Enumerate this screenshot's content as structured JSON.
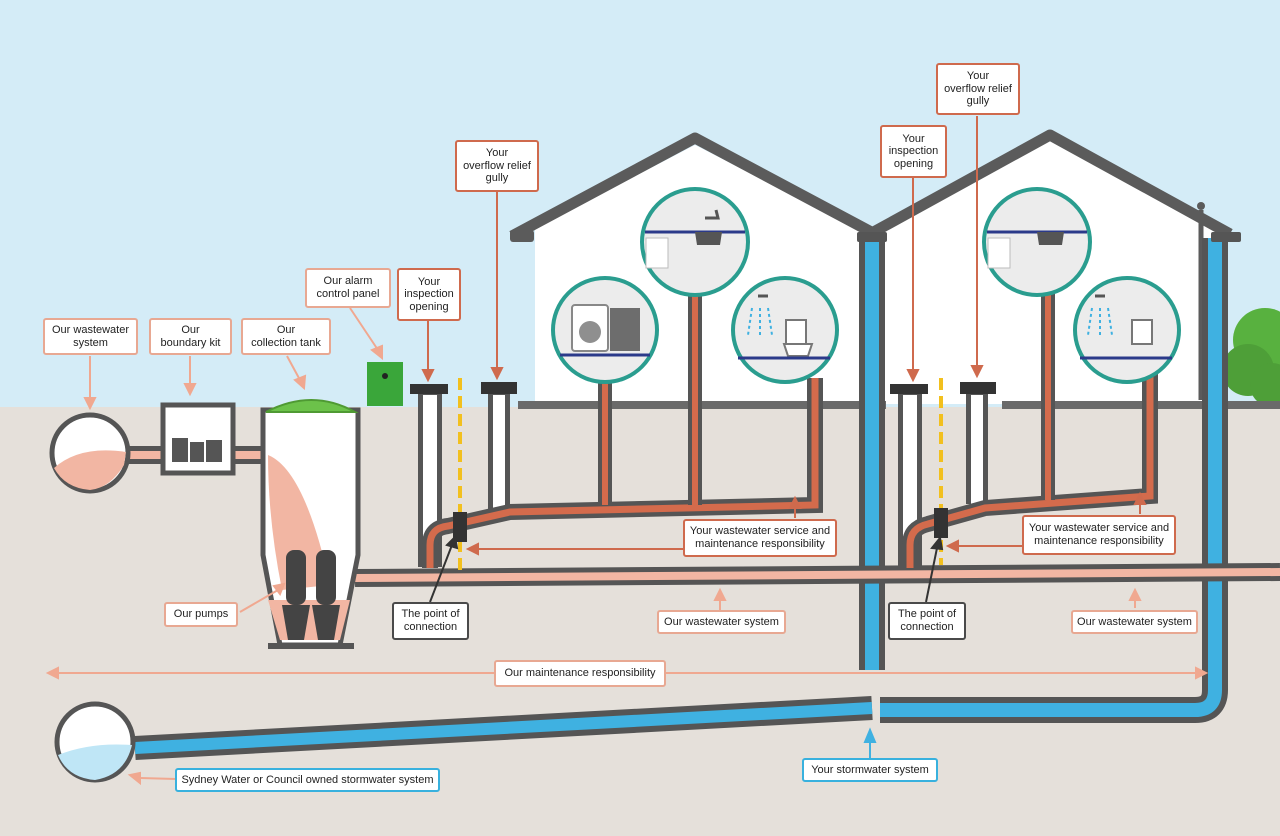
{
  "labels": {
    "our_wastewater_system_left": "Our wastewater\nsystem",
    "our_boundary_kit": "Our\nboundary kit",
    "our_collection_tank": "Our\ncollection tank",
    "our_alarm_control_panel": "Our alarm\ncontrol panel",
    "your_inspection_opening_1": "Your\ninspection\nopening",
    "your_overflow_relief_gully_1": "Your\noverflow relief\ngully",
    "your_inspection_opening_2": "Your\ninspection\nopening",
    "your_overflow_relief_gully_2": "Your\noverflow relief\ngully",
    "your_wastewater_service_1": "Your wastewater service and\nmaintenance responsibility",
    "your_wastewater_service_2": "Your wastewater service and\nmaintenance responsibility",
    "our_pumps": "Our pumps",
    "point_of_connection_1": "The point of\nconnection",
    "point_of_connection_2": "The point of\nconnection",
    "our_wastewater_system_mid": "Our wastewater system",
    "our_wastewater_system_right": "Our wastewater system",
    "our_maintenance_responsibility": "Our maintenance responsibility",
    "sydney_water_stormwater": "Sydney Water or Council owned stormwater system",
    "your_stormwater_system": "Your stormwater system"
  },
  "colors": {
    "sky": "#d4ecf7",
    "ground": "#e5e0da",
    "our_wastewater": "#f2b6a3",
    "your_wastewater": "#d46b4c",
    "stormwater": "#3fb1e1",
    "pipe_outline": "#555555",
    "house_wall": "#ffffff",
    "roof": "#5b5b5b",
    "circle_border": "#2a9d8f",
    "tank_lid": "#6cc24a",
    "alarm_panel": "#3aa63a",
    "connection_marker": "#f2c01e",
    "bush": "#58b13f"
  }
}
